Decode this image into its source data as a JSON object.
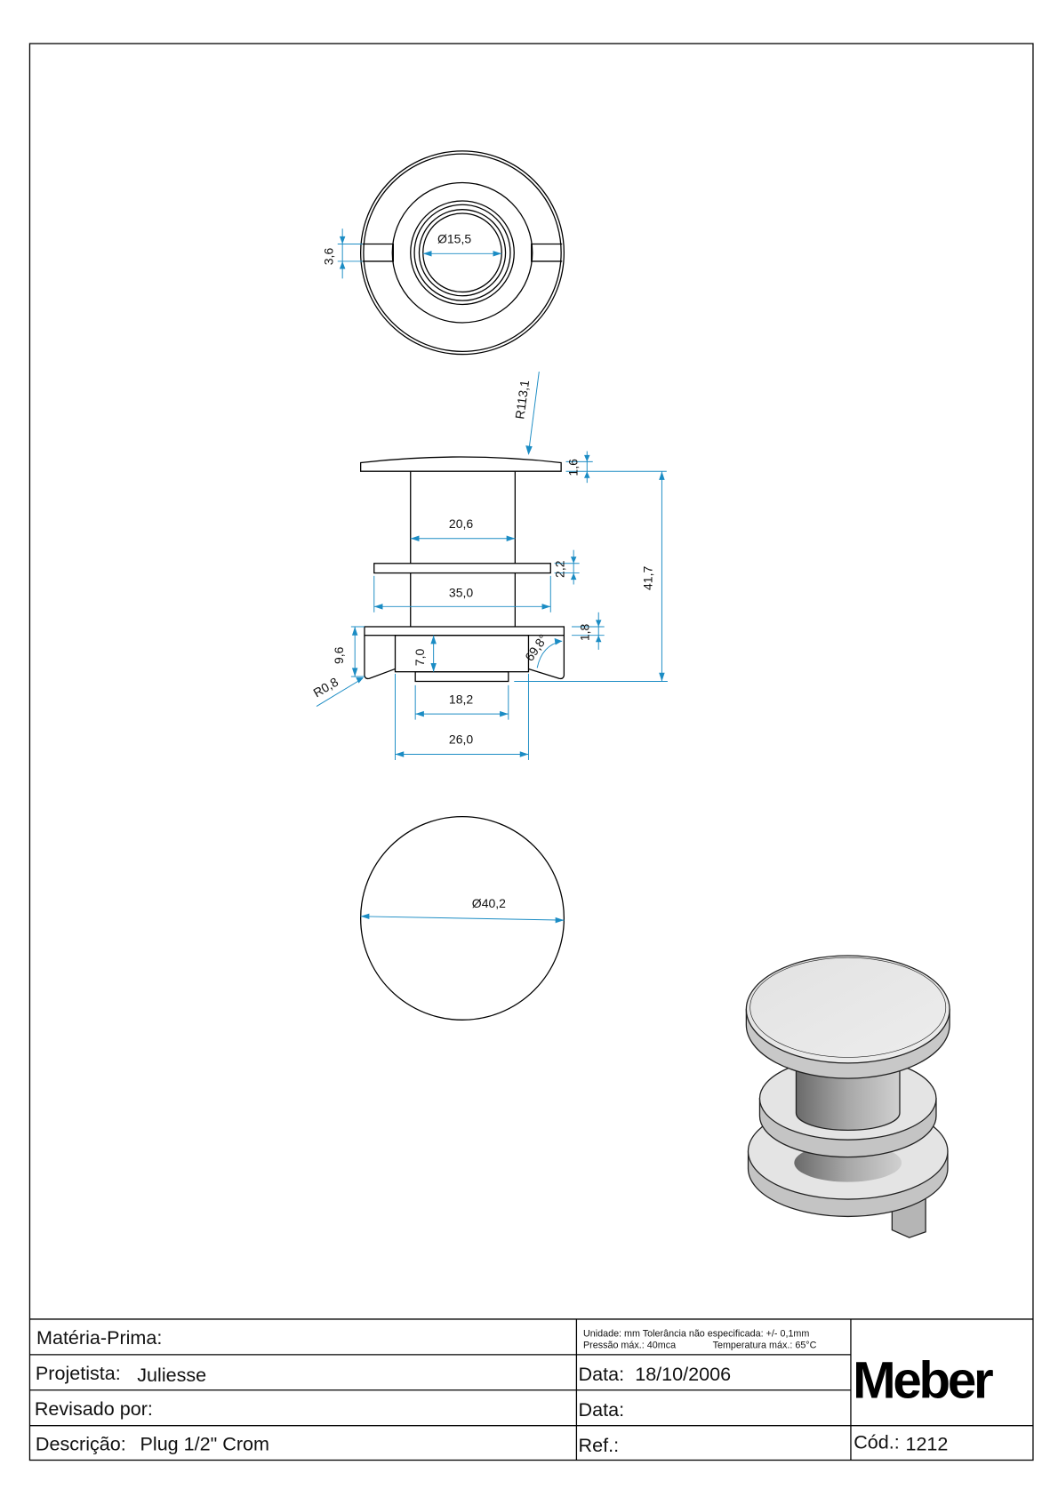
{
  "drawing": {
    "top_view": {
      "diameter_label": "Ø15,5",
      "slot_label": "3,6"
    },
    "side_view": {
      "radius_top": "R113,1",
      "cap_thickness": "1,6",
      "stem_width": "20,6",
      "flange_thickness": "2,2",
      "flange_width": "35,0",
      "total_height": "41,7",
      "base_thickness": "1,8",
      "base_height": "9,6",
      "inner_height": "7,0",
      "angle": "69,8°",
      "corner_radius": "R0,8",
      "bottom_width": "18,2",
      "inner_width": "26,0"
    },
    "bottom_view": {
      "diameter_label": "Ø40,2"
    },
    "colors": {
      "dimension": "#1b8cc4",
      "line": "#000000"
    }
  },
  "title_block": {
    "materia_prima_label": "Matéria-Prima:",
    "projetista_label": "Projetista:",
    "projetista_value": "Juliesse",
    "revisado_label": "Revisado por:",
    "descricao_label": "Descrição:",
    "descricao_value": "Plug 1/2\" Crom",
    "spec_line1": "Unidade: mm Tolerância não especificada: +/- 0,1mm",
    "spec_line2_a": "Pressão máx.: 40mca",
    "spec_line2_b": "Temperatura máx.: 65°C",
    "data_label": "Data:",
    "data_value": "18/10/2006",
    "data_revisao_label": "Data:",
    "ref_label": "Ref.:",
    "cod_label": "Cód.:",
    "cod_value": "1212",
    "logo": "Meber"
  }
}
